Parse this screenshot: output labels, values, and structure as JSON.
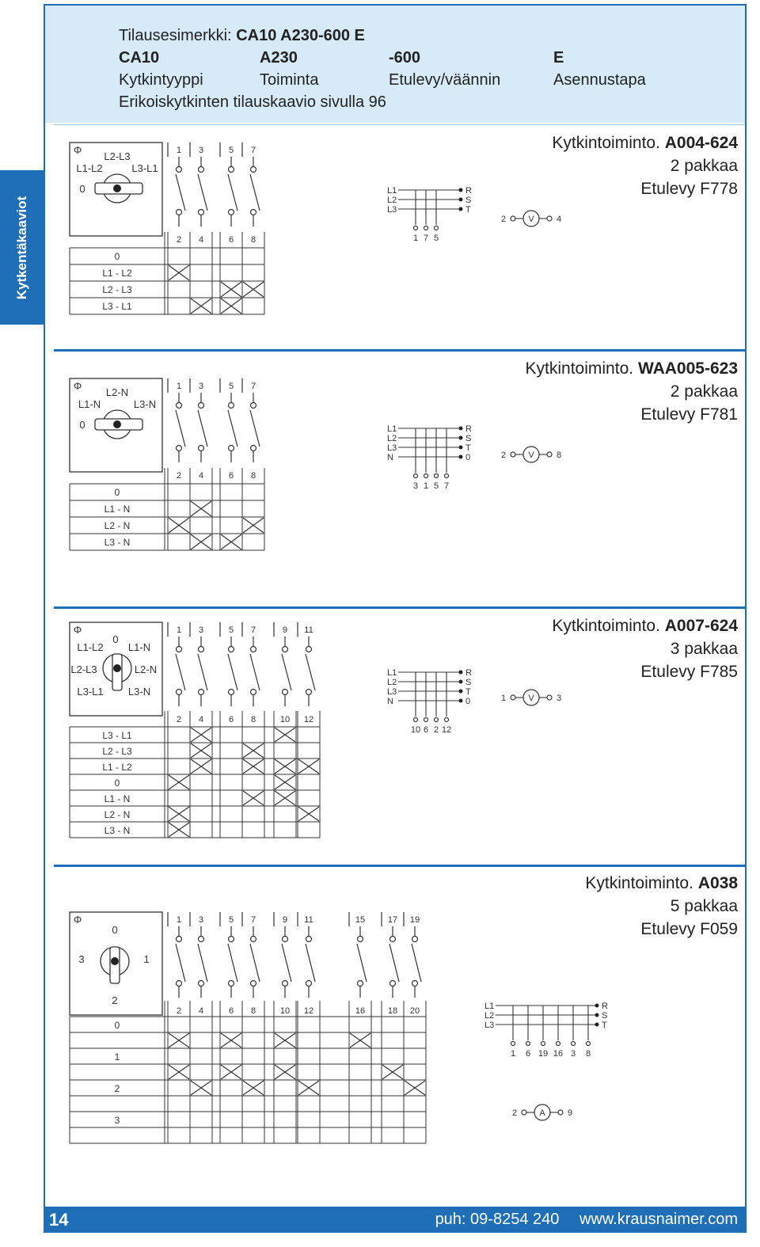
{
  "header": {
    "example_label": "Tilausesimerkki:",
    "example_code": "CA10 A230-600 E",
    "codes": [
      "CA10",
      "A230",
      "-600",
      "E"
    ],
    "captions": [
      "Kytkintyyppi",
      "Toiminta",
      "Etulevy/väännin",
      "Asennustapa"
    ],
    "note": "Erikoiskytkinten tilauskaavio sivulla 96"
  },
  "side_tab": "Kytkentäkaaviot",
  "sections": [
    {
      "function_label": "Kytkintoiminto.",
      "function_code": "A004-624",
      "packs": "2 pakkaa",
      "front_plate": "Etulevy F778",
      "dial": {
        "phi": "Φ",
        "labels": [
          "L2-L3",
          "L1-L2",
          "L3-L1",
          "0"
        ]
      },
      "top_terminals": [
        "1",
        "3",
        "5",
        "7"
      ],
      "bottom_terminals": [
        "2",
        "4",
        "6",
        "8"
      ],
      "positions": [
        "0",
        "L1 - L2",
        "L2 - L3",
        "L3 - L1"
      ],
      "lines_in": [
        "L1",
        "L2",
        "L3"
      ],
      "lines_out": [
        "R",
        "S",
        "T"
      ],
      "bus_terminals": [
        "1",
        "7",
        "5"
      ],
      "meter": {
        "left": "2",
        "symbol": "V",
        "right": "4"
      }
    },
    {
      "function_label": "Kytkintoiminto.",
      "function_code": "WAA005-623",
      "packs": "2 pakkaa",
      "front_plate": "Etulevy F781",
      "dial": {
        "phi": "Φ",
        "labels": [
          "L2-N",
          "L1-N",
          "L3-N",
          "0"
        ]
      },
      "top_terminals": [
        "1",
        "3",
        "5",
        "7"
      ],
      "bottom_terminals": [
        "2",
        "4",
        "6",
        "8"
      ],
      "positions": [
        "0",
        "L1 - N",
        "L2 - N",
        "L3 - N"
      ],
      "lines_in": [
        "L1",
        "L2",
        "L3",
        "N"
      ],
      "lines_out": [
        "R",
        "S",
        "T",
        "0"
      ],
      "bus_terminals": [
        "3",
        "1",
        "5",
        "7"
      ],
      "meter": {
        "left": "2",
        "symbol": "V",
        "right": "8"
      }
    },
    {
      "function_label": "Kytkintoiminto.",
      "function_code": "A007-624",
      "packs": "3 pakkaa",
      "front_plate": "Etulevy F785",
      "dial": {
        "phi": "Φ",
        "labels": [
          "0",
          "L1-L2",
          "L1-N",
          "L2-L3",
          "L2-N",
          "L3-L1",
          "L3-N"
        ]
      },
      "top_terminals": [
        "1",
        "3",
        "5",
        "7",
        "9",
        "11"
      ],
      "bottom_terminals": [
        "2",
        "4",
        "6",
        "8",
        "10",
        "12"
      ],
      "positions": [
        "L3 - L1",
        "L2 - L3",
        "L1 - L2",
        "0",
        "L1 - N",
        "L2 - N",
        "L3 - N"
      ],
      "lines_in": [
        "L1",
        "L2",
        "L3",
        "N"
      ],
      "lines_out": [
        "R",
        "S",
        "T",
        "0"
      ],
      "bus_terminals": [
        "10",
        "6",
        "2",
        "12"
      ],
      "meter": {
        "left": "1",
        "symbol": "V",
        "right": "3"
      }
    },
    {
      "function_label": "Kytkintoiminto.",
      "function_code": "A038",
      "packs": "5 pakkaa",
      "front_plate": "Etulevy F059",
      "dial": {
        "phi": "Φ",
        "labels": [
          "0",
          "3",
          "1",
          "2"
        ]
      },
      "top_terminals": [
        "1",
        "3",
        "5",
        "7",
        "9",
        "11",
        "15",
        "17",
        "19"
      ],
      "bottom_terminals": [
        "2",
        "4",
        "6",
        "8",
        "10",
        "12",
        "16",
        "18",
        "20"
      ],
      "positions": [
        "0",
        "1",
        "2",
        "3"
      ],
      "lines_in": [
        "L1",
        "L2",
        "L3"
      ],
      "lines_out": [
        "R",
        "S",
        "T"
      ],
      "bus_terminals": [
        "1",
        "6",
        "19",
        "16",
        "3",
        "8"
      ],
      "meter": {
        "left": "2",
        "symbol": "A",
        "right": "9"
      }
    }
  ],
  "footer": {
    "page_number": "14",
    "phone": "puh: 09-8254 240",
    "website": "www.krausnaimer.com"
  }
}
